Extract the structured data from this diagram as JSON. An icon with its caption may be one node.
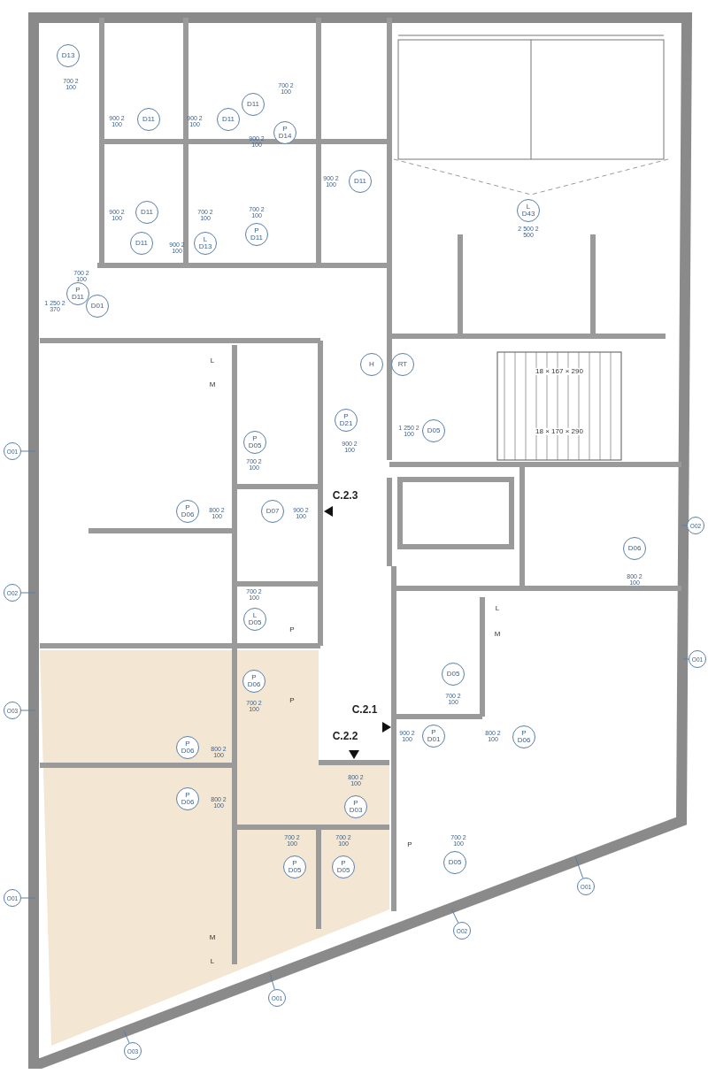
{
  "diagram": {
    "nodes": [
      {
        "text": [
          "O01"
        ]
      },
      {
        "text": [
          "O02"
        ]
      },
      {
        "text": [
          "O03"
        ]
      },
      {
        "text": [
          "O01"
        ]
      },
      {
        "text": [
          "O02"
        ]
      },
      {
        "text": [
          "O01"
        ]
      },
      {
        "text": [
          "O01"
        ]
      },
      {
        "text": [
          "O03"
        ]
      },
      {
        "text": [
          "O02"
        ]
      },
      {
        "text": [
          "O01"
        ]
      }
    ],
    "edges": [
      {
        "from": 0,
        "to": null,
        "arrow": "none"
      },
      {
        "from": 1,
        "to": null,
        "arrow": "none"
      },
      {
        "from": 2,
        "to": null,
        "arrow": "none"
      },
      {
        "from": 3,
        "to": null,
        "arrow": "none"
      },
      {
        "from": 4,
        "to": null,
        "arrow": "none"
      },
      {
        "from": 5,
        "to": null,
        "arrow": "none"
      },
      {
        "from": 6,
        "to": null,
        "arrow": "none"
      },
      {
        "from": 7,
        "to": null,
        "arrow": "none"
      },
      {
        "from": 8,
        "to": null,
        "arrow": "none"
      },
      {
        "from": 9,
        "to": null,
        "arrow": "none"
      }
    ],
    "labels": [
      "D13",
      "700 2 100",
      "900 2 100",
      "D11",
      "900 2 100",
      "D11",
      "D11",
      "900 2 100",
      "700 2 100",
      "P D14",
      "900 2 100",
      "D11",
      "900 2 100",
      "D11",
      "D11",
      "900 2 100",
      "700 2 100",
      "L D13",
      "700 2 100",
      "P D11",
      "700 2 100",
      "P D11",
      "D01",
      "1 250 2 370",
      "L D43",
      "2 500 2 500",
      "H",
      "RT",
      "18 × 167 × 290",
      "1 250 2 100",
      "D05",
      "18 × 170 × 290",
      "L",
      "M",
      "P D21",
      "P D05",
      "900 2 100",
      "700 2 100",
      "P D06",
      "800 2 100",
      "D07",
      "900 2 100",
      "C.2.3",
      "D06",
      "800 2 100",
      "700 2 100",
      "L D05",
      "L",
      "P",
      "M",
      "P D06",
      "D05",
      "700 2 100",
      "700 2 100",
      "P",
      "C.2.1",
      "900 2 100",
      "P D01",
      "800 2 100",
      "P D06",
      "C.2.2",
      "P D06",
      "800 2 100",
      "800 2 100",
      "P D06",
      "800 2 100",
      "P D03",
      "700 2 100",
      "700 2 100",
      "P",
      "700 2 100",
      "P D05",
      "P D05",
      "D05",
      "M",
      "L"
    ]
  }
}
